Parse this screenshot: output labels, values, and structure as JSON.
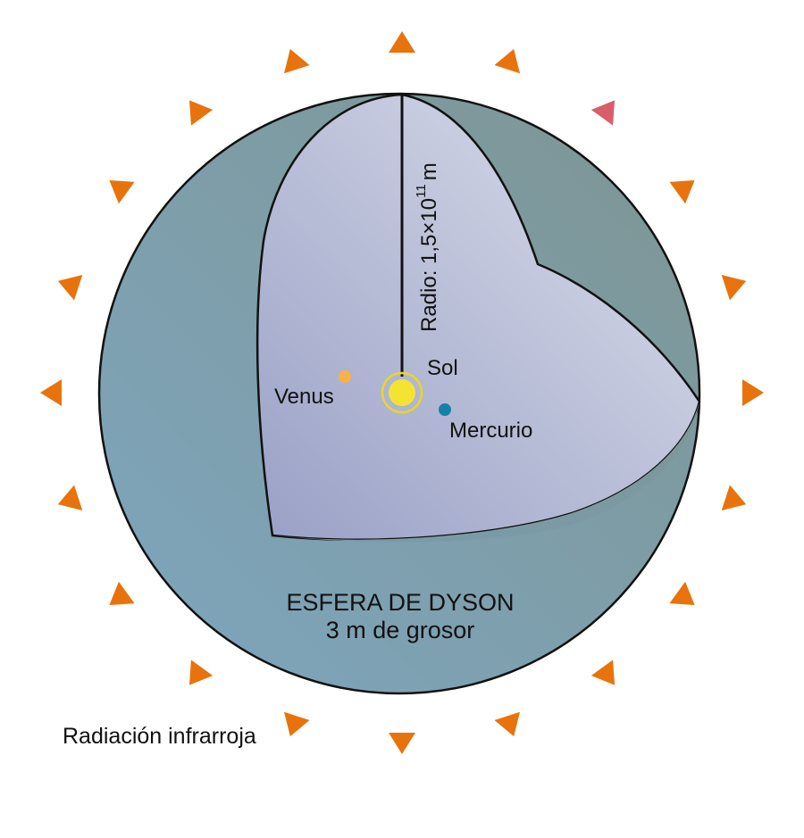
{
  "labels": {
    "title": "ESFERA DE DYSON",
    "thickness": "3 m de grosor",
    "radius_prefix": "Radio: 1,5×10",
    "radius_exponent": "11",
    "radius_unit": "m",
    "sun": "Sol",
    "venus": "Venus",
    "mercury": "Mercurio",
    "radiation": "Radiación infrarroja"
  },
  "colors": {
    "shell_outer_light": "#7ea6bf",
    "shell_outer_dark": "#7e9593",
    "inner_light": "#dde1ec",
    "inner_dark": "#9aa0c6",
    "sun_fill": "#f4e431",
    "sun_ring": "#e8d62a",
    "venus": "#f7b24a",
    "mercury": "#1681a8",
    "radiation_arrow": "#e8730c",
    "radiation_arrow_highlight": "#d85f6a",
    "outline": "#111111"
  },
  "icons": {
    "radiation": "triangle-arrow-icon",
    "sun": "sun-icon",
    "planet": "planet-dot-icon"
  }
}
